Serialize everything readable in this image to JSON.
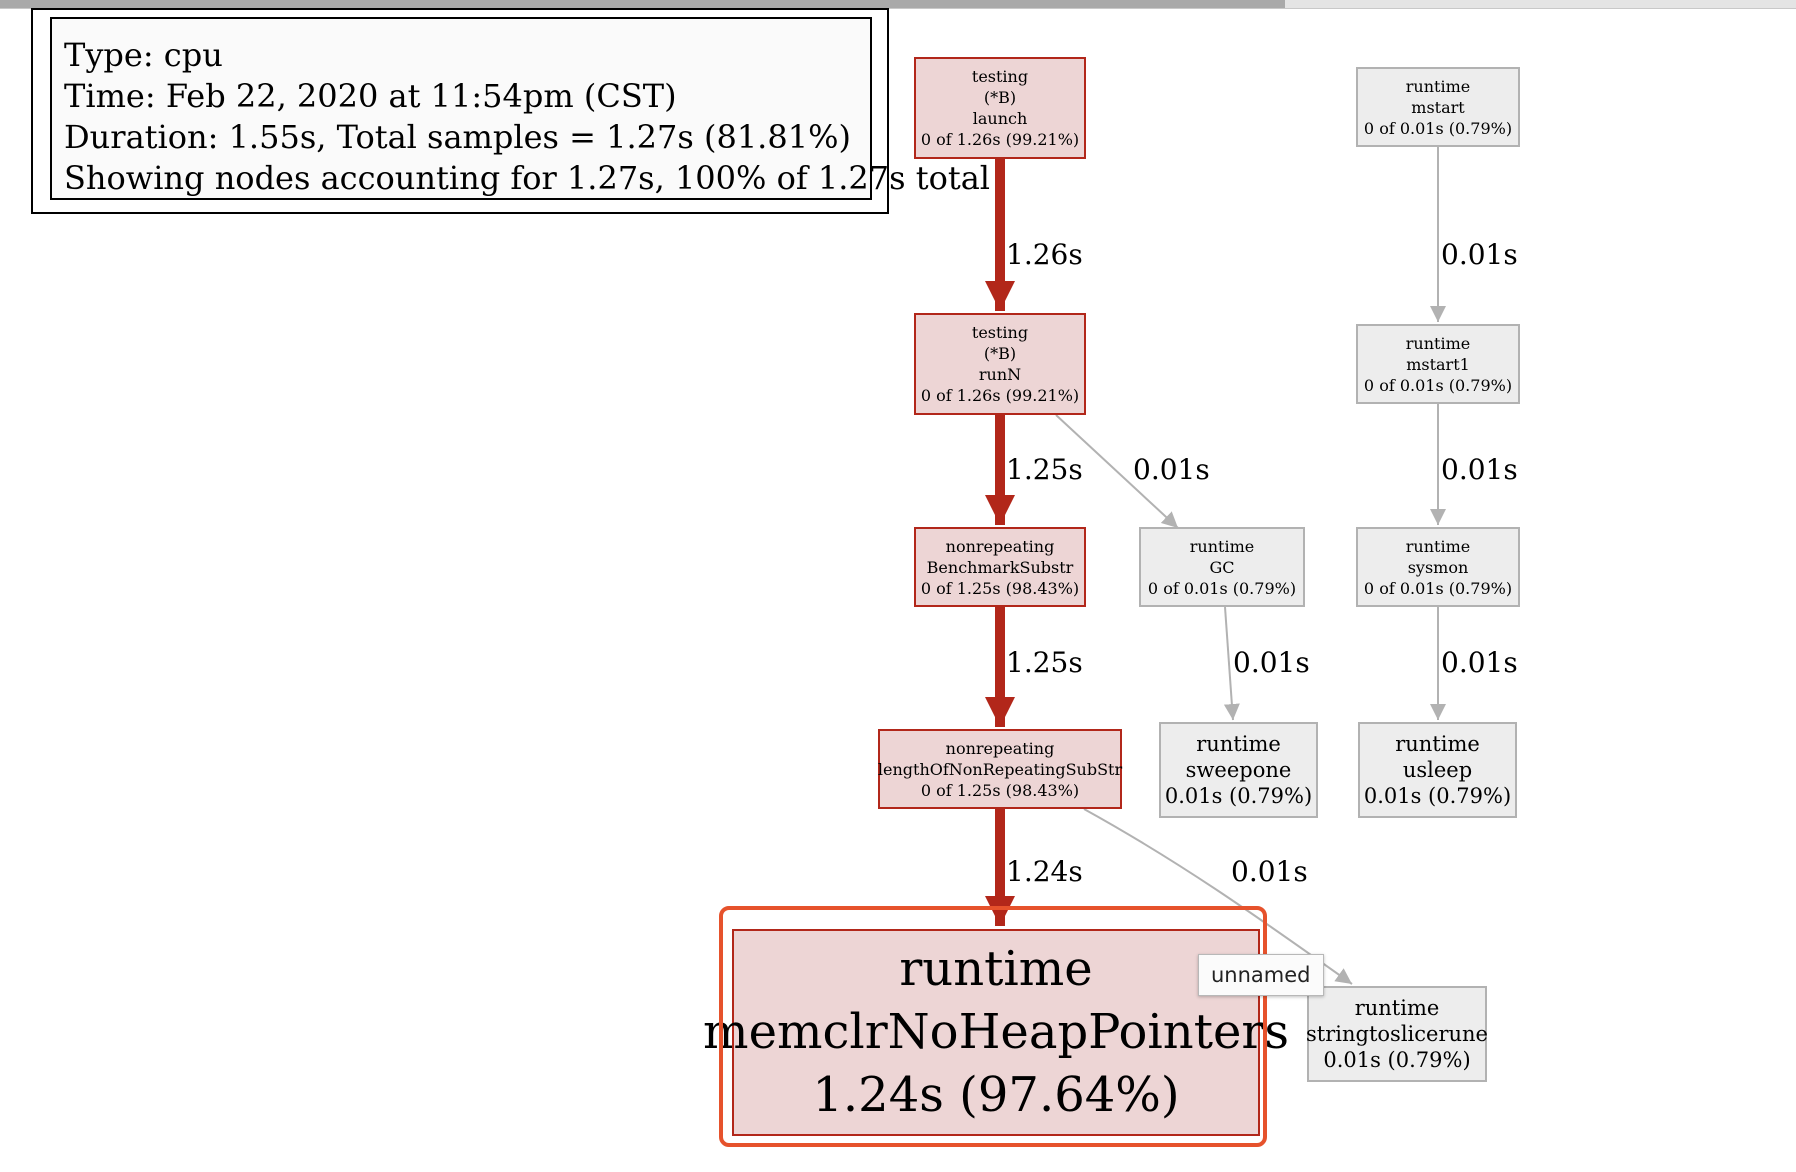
{
  "legend": {
    "type_line": "Type: cpu",
    "time_line": "Time: Feb 22, 2020 at 11:54pm (CST)",
    "duration_line": "Duration: 1.55s, Total samples = 1.27s (81.81%)",
    "showing_line": "Showing nodes accounting for 1.27s, 100% of 1.27s total"
  },
  "nodes": {
    "launch": {
      "lines": [
        "testing",
        "(*B)",
        "launch",
        "0 of 1.26s (99.21%)"
      ]
    },
    "runN": {
      "lines": [
        "testing",
        "(*B)",
        "runN",
        "0 of 1.26s (99.21%)"
      ]
    },
    "bench": {
      "lines": [
        "nonrepeating",
        "BenchmarkSubstr",
        "0 of 1.25s (98.43%)"
      ]
    },
    "length": {
      "lines": [
        "nonrepeating",
        "lengthOfNonRepeatingSubStr",
        "0 of 1.25s (98.43%)"
      ]
    },
    "memclr": {
      "lines": [
        "runtime",
        "memclrNoHeapPointers",
        "1.24s (97.64%)"
      ]
    },
    "gc": {
      "lines": [
        "runtime",
        "GC",
        "0 of 0.01s (0.79%)"
      ]
    },
    "sweepone": {
      "lines": [
        "runtime",
        "sweepone",
        "0.01s (0.79%)"
      ]
    },
    "mstart": {
      "lines": [
        "runtime",
        "mstart",
        "0 of 0.01s (0.79%)"
      ]
    },
    "mstart1": {
      "lines": [
        "runtime",
        "mstart1",
        "0 of 0.01s (0.79%)"
      ]
    },
    "sysmon": {
      "lines": [
        "runtime",
        "sysmon",
        "0 of 0.01s (0.79%)"
      ]
    },
    "usleep": {
      "lines": [
        "runtime",
        "usleep",
        "0.01s (0.79%)"
      ]
    },
    "stringtoslicerune": {
      "lines": [
        "runtime",
        "stringtoslicerune",
        "0.01s (0.79%)"
      ]
    }
  },
  "edges": {
    "launch_runN": "1.26s",
    "runN_bench": "1.25s",
    "runN_gc": "0.01s",
    "bench_length": "1.25s",
    "length_memclr": "1.24s",
    "length_stringtoslicerune": "0.01s",
    "gc_sweepone": "0.01s",
    "mstart_mstart1": "0.01s",
    "mstart1_sysmon": "0.01s",
    "sysmon_usleep": "0.01s"
  },
  "tooltip": {
    "text": "unnamed"
  },
  "colors": {
    "hot_edge": "#b2271a",
    "cold_edge": "#b2b2b2",
    "hot_fill": "#edd5d5",
    "cold_fill": "#ededed",
    "highlight": "#e6522c"
  }
}
